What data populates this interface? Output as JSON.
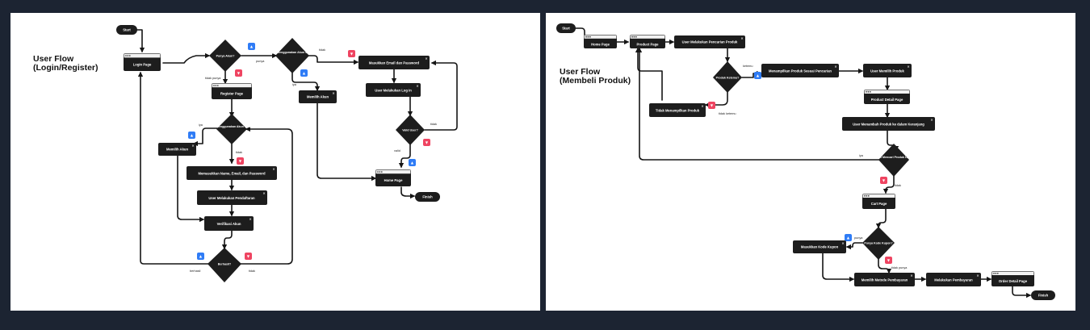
{
  "left": {
    "title_line1": "User Flow",
    "title_line2": "(Login/Register)",
    "nodes": {
      "start": "Start",
      "login_page": "Login Page",
      "punya_akun": "Punya Akun?",
      "login_google": "Log In Menggunakan Akun Google?",
      "masukkan_email": "Masukkan Email dan Password",
      "user_login": "User Melakukan Log In",
      "valid_user": "Valid User?",
      "home_page": "Home Page",
      "finish": "Finish",
      "memilih_akun_1": "Memilih Akun",
      "register_page": "Register Page",
      "daftar_google": "Daftar Menggunakan Akun Google?",
      "memilih_akun_2": "Memilih Akun",
      "memasukkan_name": "Memasukkan Name, Email, dan Password",
      "user_pendaftaran": "User Melakukan Pendaftaran",
      "verifikasi_akun": "Verifikasi Akun",
      "berhasil": "Berhasil?"
    },
    "edges": {
      "tidak_punya": "tidak punya",
      "punya": "punya",
      "tidak_google_login": "tidak",
      "iya_google_login": "iya",
      "tidak_valid": "tidak",
      "valid": "valid",
      "iya_daftar": "iya",
      "tidak_daftar": "tidak",
      "berhasil": "berhasil",
      "tidak_berhasil": "tidak"
    }
  },
  "right": {
    "title_line1": "User Flow",
    "title_line2": "(Membeli Produk)",
    "nodes": {
      "start": "Start",
      "home_page": "Home Page",
      "product_page": "Product Page",
      "user_pencarian": "User Melakukan Pencarian Produk",
      "produk_ketemu": "Produk Ketemu?",
      "menampilkan": "Menampilkan Produk Sesuai Pencarian",
      "tidak_menampilkan": "Tidak Menampilkan Produk",
      "user_memilih": "User Memilih Produk",
      "product_detail": "Product Detail Page",
      "user_menambah": "User Menambah Produk ke dalam Keranjang",
      "ingin_mencari": "Ingin Mencari Produk Lain?",
      "cart_page": "Cart Page",
      "punya_kode": "Punya Kode Kupon?",
      "masukkan_kode": "Masukkan Kode Kupon",
      "memilih_metode": "Memilih Metode Pembayaran",
      "melakukan_pembayaran": "Melakukan Pembayaran",
      "order_detail": "Order Detail Page",
      "finish": "Finish"
    },
    "edges": {
      "ketemu": "ketemu",
      "tidak_ketemu": "tidak ketemu",
      "iya": "iya",
      "tidak": "tidak",
      "punya": "punya",
      "tidak_punya": "tidak punya"
    }
  },
  "colors": {
    "background": "#1c2432",
    "panel": "#ffffff",
    "node": "#1d1d1d",
    "line": "#151515",
    "like_badge": "#2f7cf6",
    "dislike_badge": "#ef4461"
  },
  "icons": {
    "like": "thumbs-up-icon",
    "dislike": "thumbs-down-icon",
    "close": "close-icon"
  }
}
